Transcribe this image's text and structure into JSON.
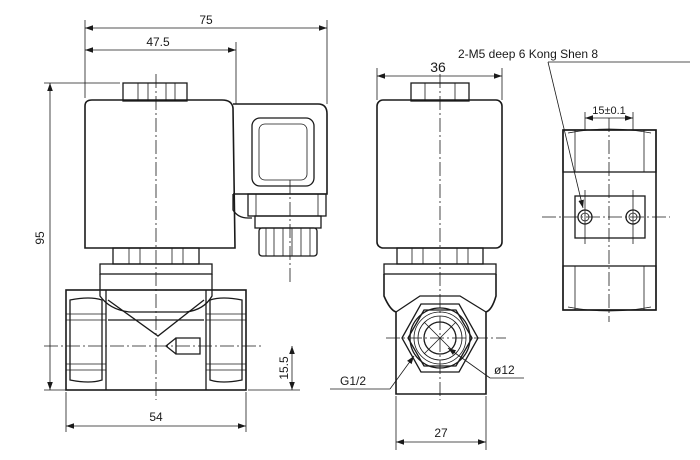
{
  "dimensions": {
    "overall_width": "75",
    "coil_width": "47.5",
    "height": "95",
    "body_length": "54",
    "port_height": "15.5",
    "coil_depth": "36",
    "body_width": "27",
    "hole_spacing": "15±0.1"
  },
  "annotations": {
    "mount_holes": "2-M5 deep 6 Kong Shen 8",
    "thread": "G1/2",
    "bore": "ø12"
  }
}
